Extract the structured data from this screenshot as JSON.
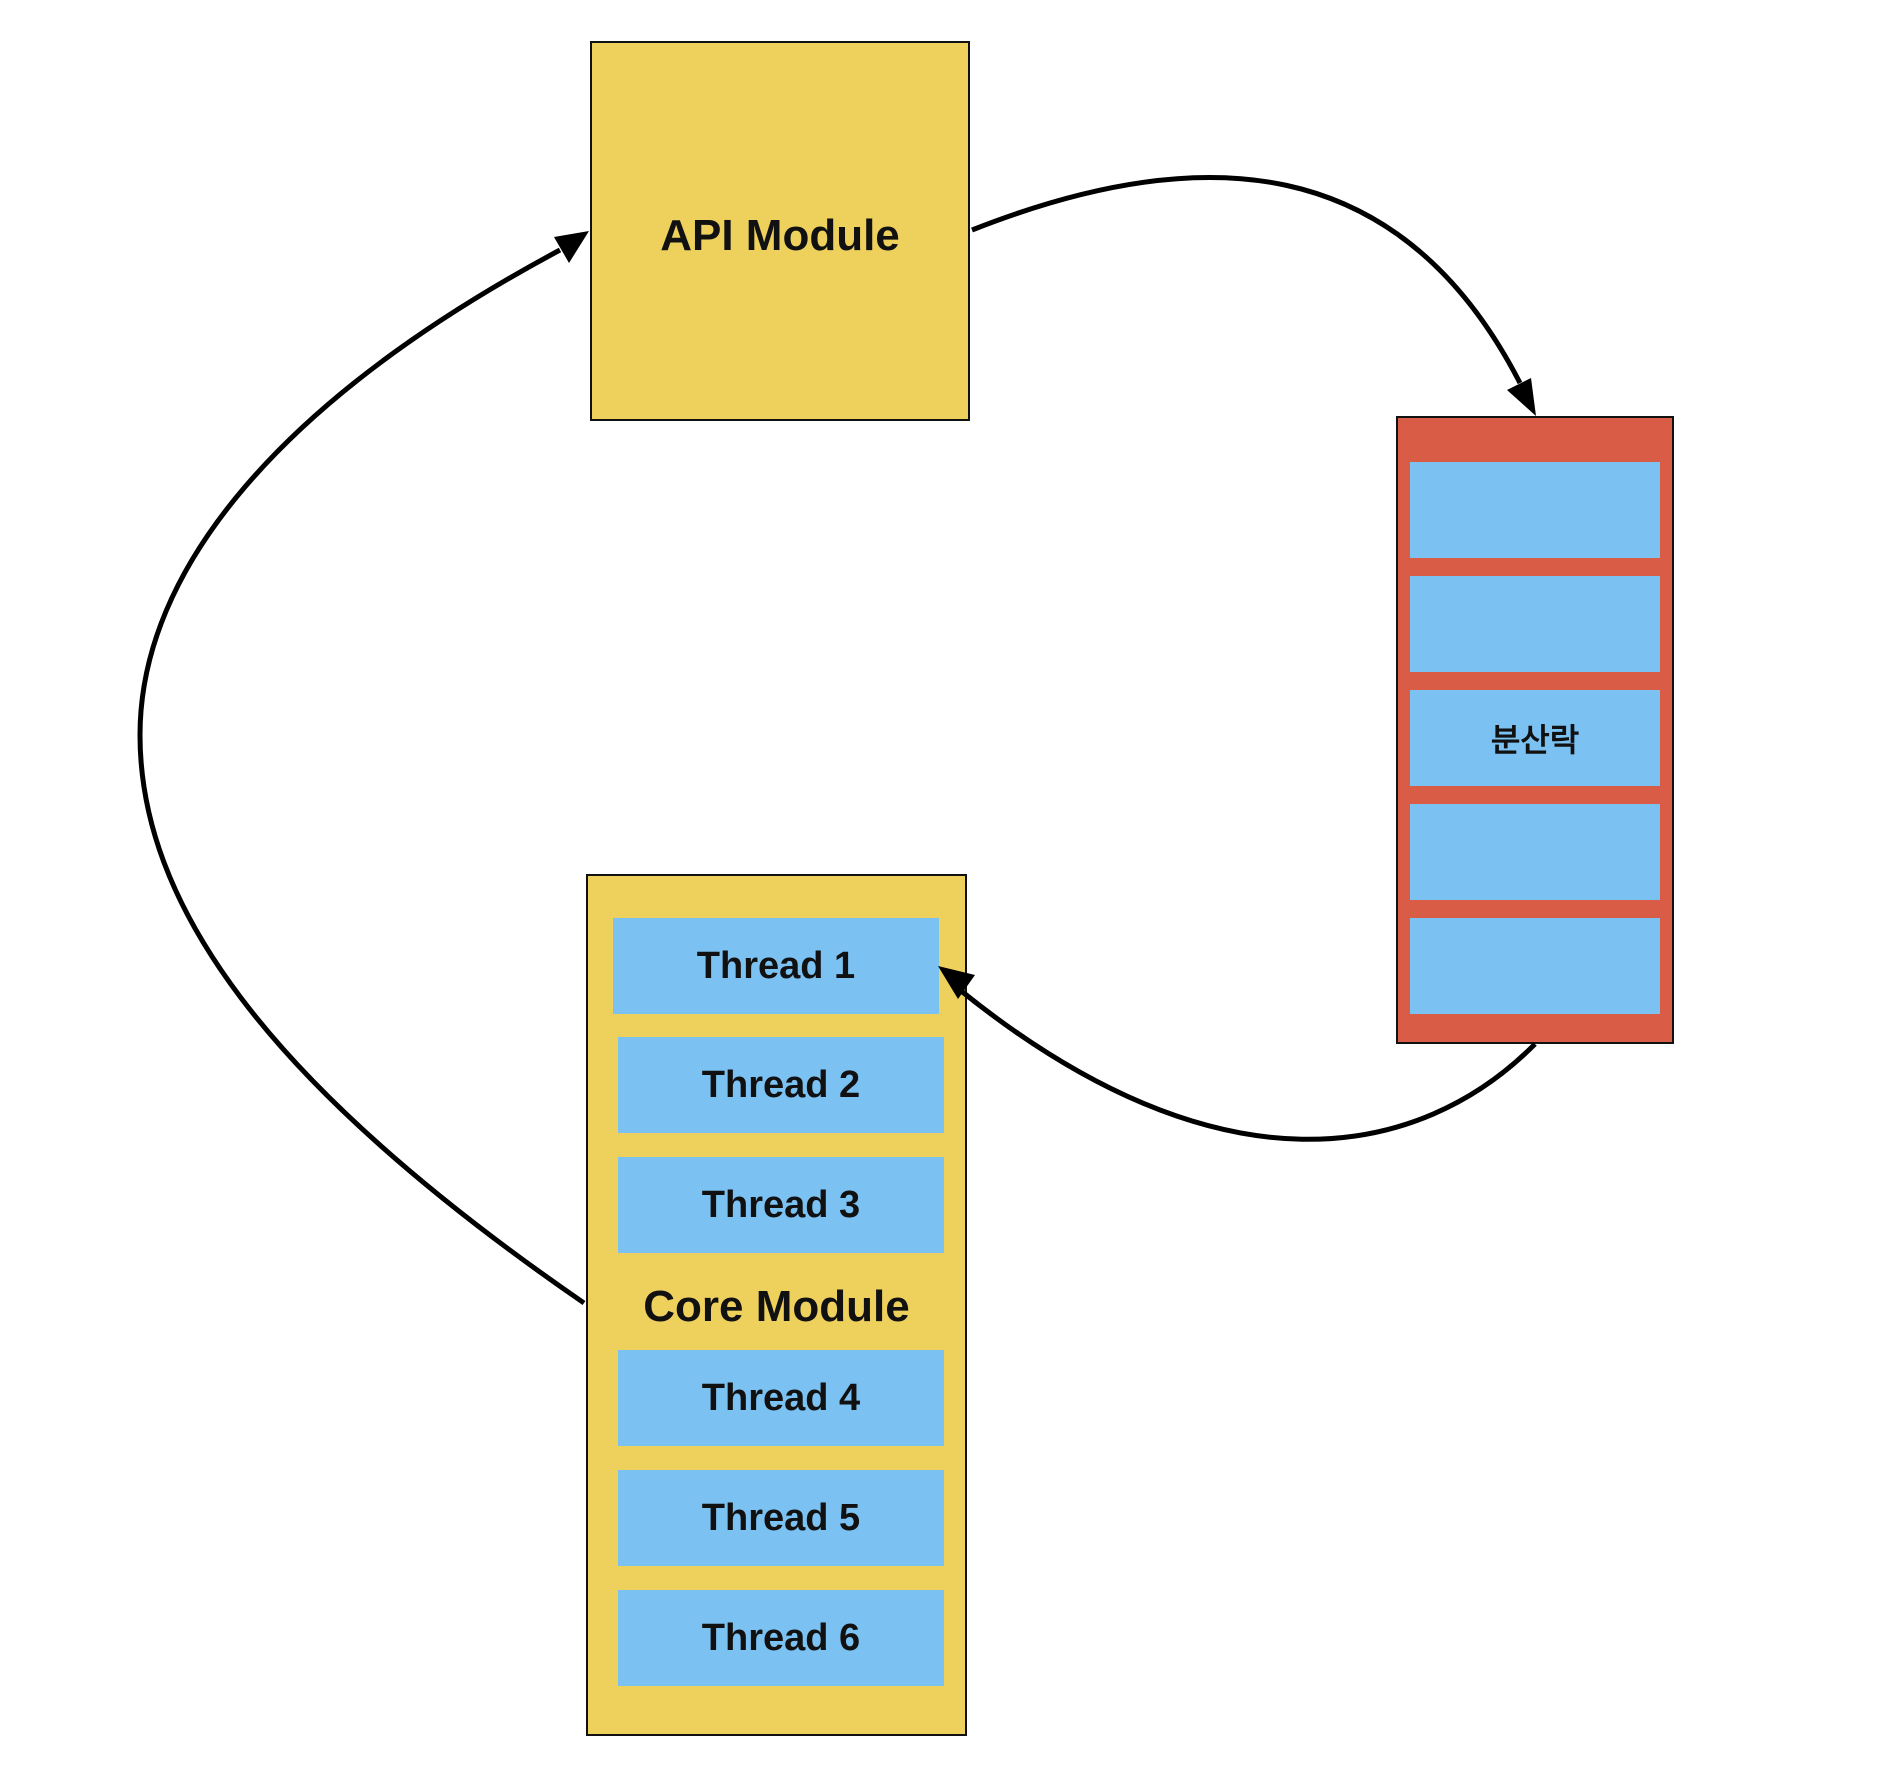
{
  "api_module": {
    "label": "API Module"
  },
  "lock_store": {
    "slots": [
      "",
      "",
      "분산락",
      "",
      ""
    ]
  },
  "core_module": {
    "label": "Core Module",
    "threads": [
      "Thread 1",
      "Thread 2",
      "Thread 3",
      "Thread 4",
      "Thread 5",
      "Thread 6"
    ]
  },
  "colors": {
    "module_fill": "#eed15d",
    "lock_fill": "#d95c46",
    "slot_fill": "#7bc1f2",
    "stroke": "#111111"
  }
}
